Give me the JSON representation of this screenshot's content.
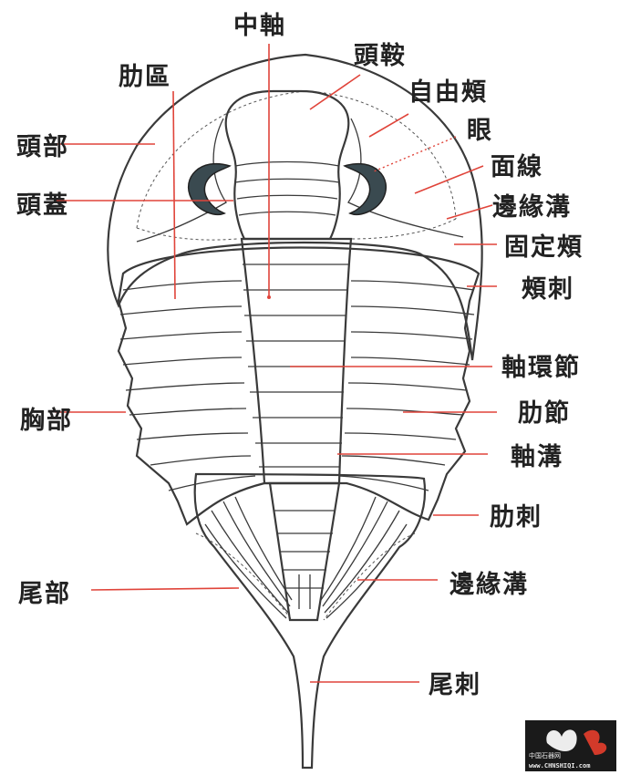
{
  "labels": {
    "central_axis": "中軸",
    "glabella": "頭鞍",
    "pleural_region": "肋區",
    "free_cheek": "自由頰",
    "eye": "眼",
    "cephalon": "頭部",
    "facial_suture": "面線",
    "cranidium": "頭蓋",
    "border_furrow_head": "邊緣溝",
    "fixed_cheek": "固定頰",
    "genal_spine": "頰刺",
    "axial_ring": "軸環節",
    "thorax": "胸部",
    "pleura": "肋節",
    "axial_furrow": "軸溝",
    "pleural_spine": "肋刺",
    "border_furrow_tail": "邊緣溝",
    "pygidium": "尾部",
    "tail_spine": "尾刺"
  },
  "watermark": {
    "site_name": "中国石器网",
    "url": "www.CHNSHIQI.com"
  },
  "colors": {
    "cephalon_fill": "#f4e6a6",
    "thorax_fill": "#e8d8bc",
    "pygidium_fill": "#f7f1e3",
    "eye_fill": "#3a4a50",
    "leader_line": "#e0443a"
  }
}
